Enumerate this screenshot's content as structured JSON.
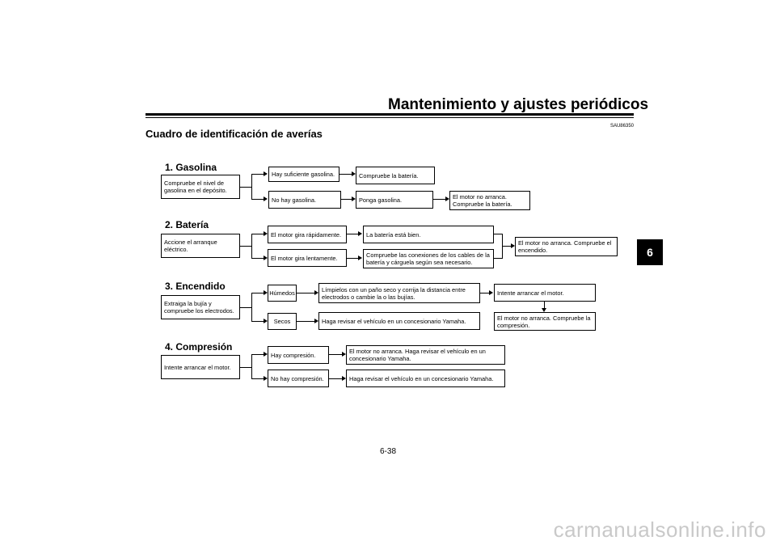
{
  "header": {
    "title": "Mantenimiento y ajustes periódicos"
  },
  "side_tab": "6",
  "ref_code": "SAU86350",
  "page_heading": "Cuadro de identificación de averías",
  "sections": {
    "gasolina": {
      "title": "1. Gasolina",
      "start": "Compruebe el nivel de gasolina en el depósito.",
      "branch_yes": "Hay suficiente gasolina.",
      "branch_yes_next": "Compruebe la batería.",
      "branch_no": "No hay gasolina.",
      "branch_no_next": "Ponga gasolina.",
      "result": "El motor no arranca. Compruebe la batería."
    },
    "bateria": {
      "title": "2. Batería",
      "start": "Accione el arranque eléctrico.",
      "branch_fast": "El motor gira rápidamente.",
      "branch_fast_next": "La batería está bien.",
      "branch_slow": "El motor gira lentamente.",
      "branch_slow_next": "Compruebe las conexiones de los cables de la batería y cárguela según sea necesario.",
      "result": "El motor no arranca. Compruebe el encendido."
    },
    "encendido": {
      "title": "3. Encendido",
      "start": "Extraiga la bujía y compruebe los electrodos.",
      "branch_wet": "Húmedos",
      "branch_wet_next": "Límpielos con un paño seco y corrija la distancia entre electrodos o cambie la o las bujías.",
      "branch_wet_result": "Intente arrancar el motor.",
      "branch_dry": "Secos",
      "branch_dry_next": "Haga revisar el vehículo en un concesionario Yamaha.",
      "result": "El motor no arranca. Compruebe la compresión."
    },
    "compresion": {
      "title": "4. Compresión",
      "start": "Intente arrancar el motor.",
      "branch_yes": "Hay compresión.",
      "branch_yes_next": "El motor no arranca. Haga revisar el vehículo en un concesionario Yamaha.",
      "branch_no": "No hay compresión.",
      "branch_no_next": "Haga revisar el vehículo en un concesionario Yamaha."
    }
  },
  "page_number": "6-38",
  "watermark": "carmanualsonline.info"
}
